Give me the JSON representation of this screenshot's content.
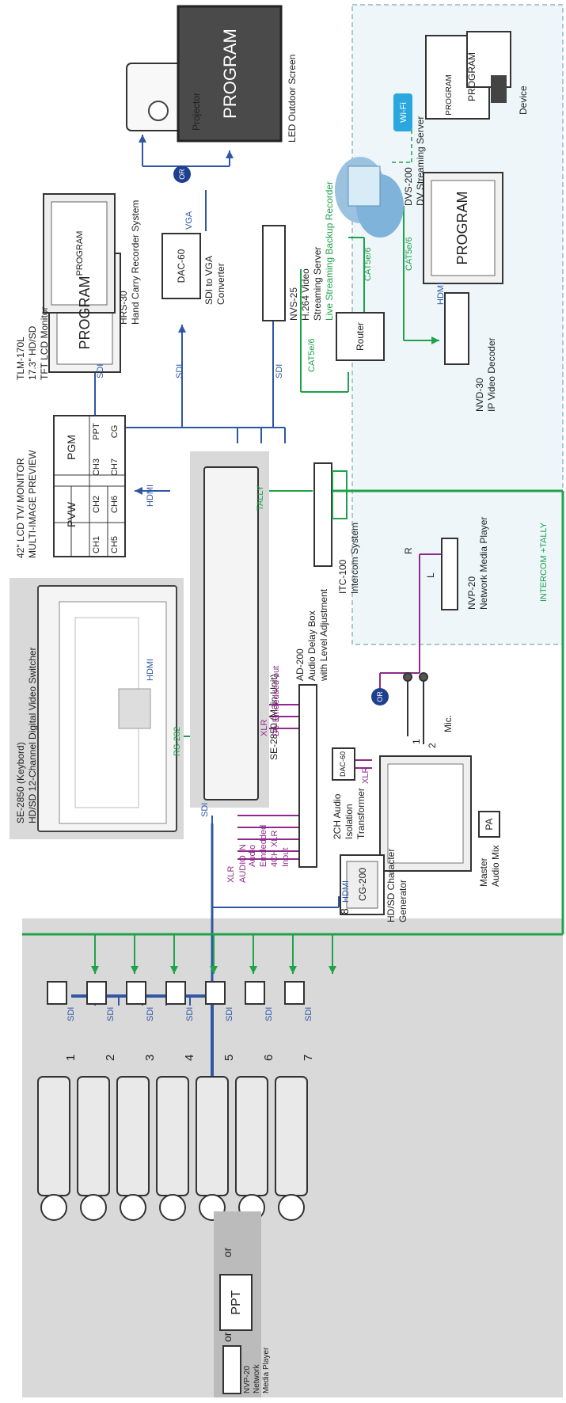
{
  "colors": {
    "sdi_blue": "#2f57a3",
    "tally_green": "#1fa24a",
    "audio_purple": "#8e2a8c",
    "zone_gray": "#d9d9d9",
    "network_zone_bg": "#eef6fa",
    "network_zone_border": "#7aa8b8",
    "or_badge": "#1f3f8f",
    "wifi_badge": "#2aa7df",
    "device_dark": "#3b3b3b"
  },
  "labels": {
    "switcher_line1": "SE-2850 (Keybord)",
    "switcher_line2": "HD/SD 12-Channel Digital Video Switcher",
    "lcd_line1": "42\" LCD TV/ MONITOR",
    "lcd_line2": "MULTI-IMAGE PREVIEW",
    "tlm_line1": "TLM-170L",
    "tlm_line2": "17.3\" HD/SD",
    "tlm_line3": "TFT LCD Monitor",
    "hrs_line1": "HRS-30",
    "hrs_line2": "Hand Carry Recorder System",
    "dac_device": "DAC-60",
    "dac_line1": "SDI to VGA",
    "dac_line2": "Converter",
    "projector": "Projector",
    "led_screen": "LED Outdoor Screen",
    "nvs_line1": "NVS-25",
    "nvs_line2": "H.264 Video",
    "nvs_line3": "Streaming Server",
    "nvs_line4": "Live Streaming Backup Recorder",
    "dvs_line1": "DVS-200",
    "dvs_line2": "DV Streaming Server",
    "wifi": "Wi-Fi",
    "device": "Device",
    "router": "Router",
    "nvd_line1": "NVD-30",
    "nvd_line2": "IP Video Decoder",
    "main_unit": "SE-2850 (Main Unit)",
    "itc_line1": "ITC-100",
    "itc_line2": "Intercom System",
    "ad_line1": "AD-200",
    "ad_line2": "Audio Delay Box",
    "ad_line3": "with Level Adjustment",
    "nvp_line1": "NVP-20",
    "nvp_line2": "Network Media Player",
    "mic": "Mic.",
    "mic_1": "1",
    "mic_2": "2",
    "master_line1": "Master",
    "master_line2": "Audio Mix",
    "pa": "PA",
    "transformer_line1": "2CH Audio",
    "transformer_line2": "Isolation",
    "transformer_line3": "Transformer",
    "cg_device": "CG-200",
    "cg_line1": "HD/SD Character",
    "cg_line2": "Generator",
    "nvp_small_line1": "NVP-20",
    "nvp_small_line2": "Network",
    "nvp_small_line3": "Media Player",
    "ppt": "PPT",
    "or": "or",
    "or_badge": "OR",
    "program": "PROGRAM",
    "l": "L",
    "r": "R"
  },
  "signals": {
    "sdi": "SDI",
    "hdmi": "HDMI",
    "vga": "VGA",
    "tally": "TALLY",
    "rs232": "RS-232",
    "cat5e": "CAT5e/6",
    "xlr": "XLR",
    "intercom_tally": "INTERCOM +TALLY",
    "xlr_audio_in_1": "XLR",
    "xlr_audio_in_2": "AUDIO IN",
    "audio_emb_1": "Audio",
    "audio_emb_2": "Emdedded",
    "audio_emb_3": "4CH XLR",
    "audio_emb_4": "Input",
    "xlr_deemb_1": "XLR",
    "xlr_deemb_2": "De-Emdedded out",
    "num_8": "8"
  },
  "multiview": {
    "pvw": "PVW",
    "pgm": "PGM",
    "cells": [
      "CH1",
      "CH2",
      "CH3",
      "PPT",
      "CH5",
      "CH6",
      "CH7",
      "CG"
    ]
  },
  "cameras": [
    "1",
    "2",
    "3",
    "4",
    "5",
    "6",
    "7"
  ]
}
